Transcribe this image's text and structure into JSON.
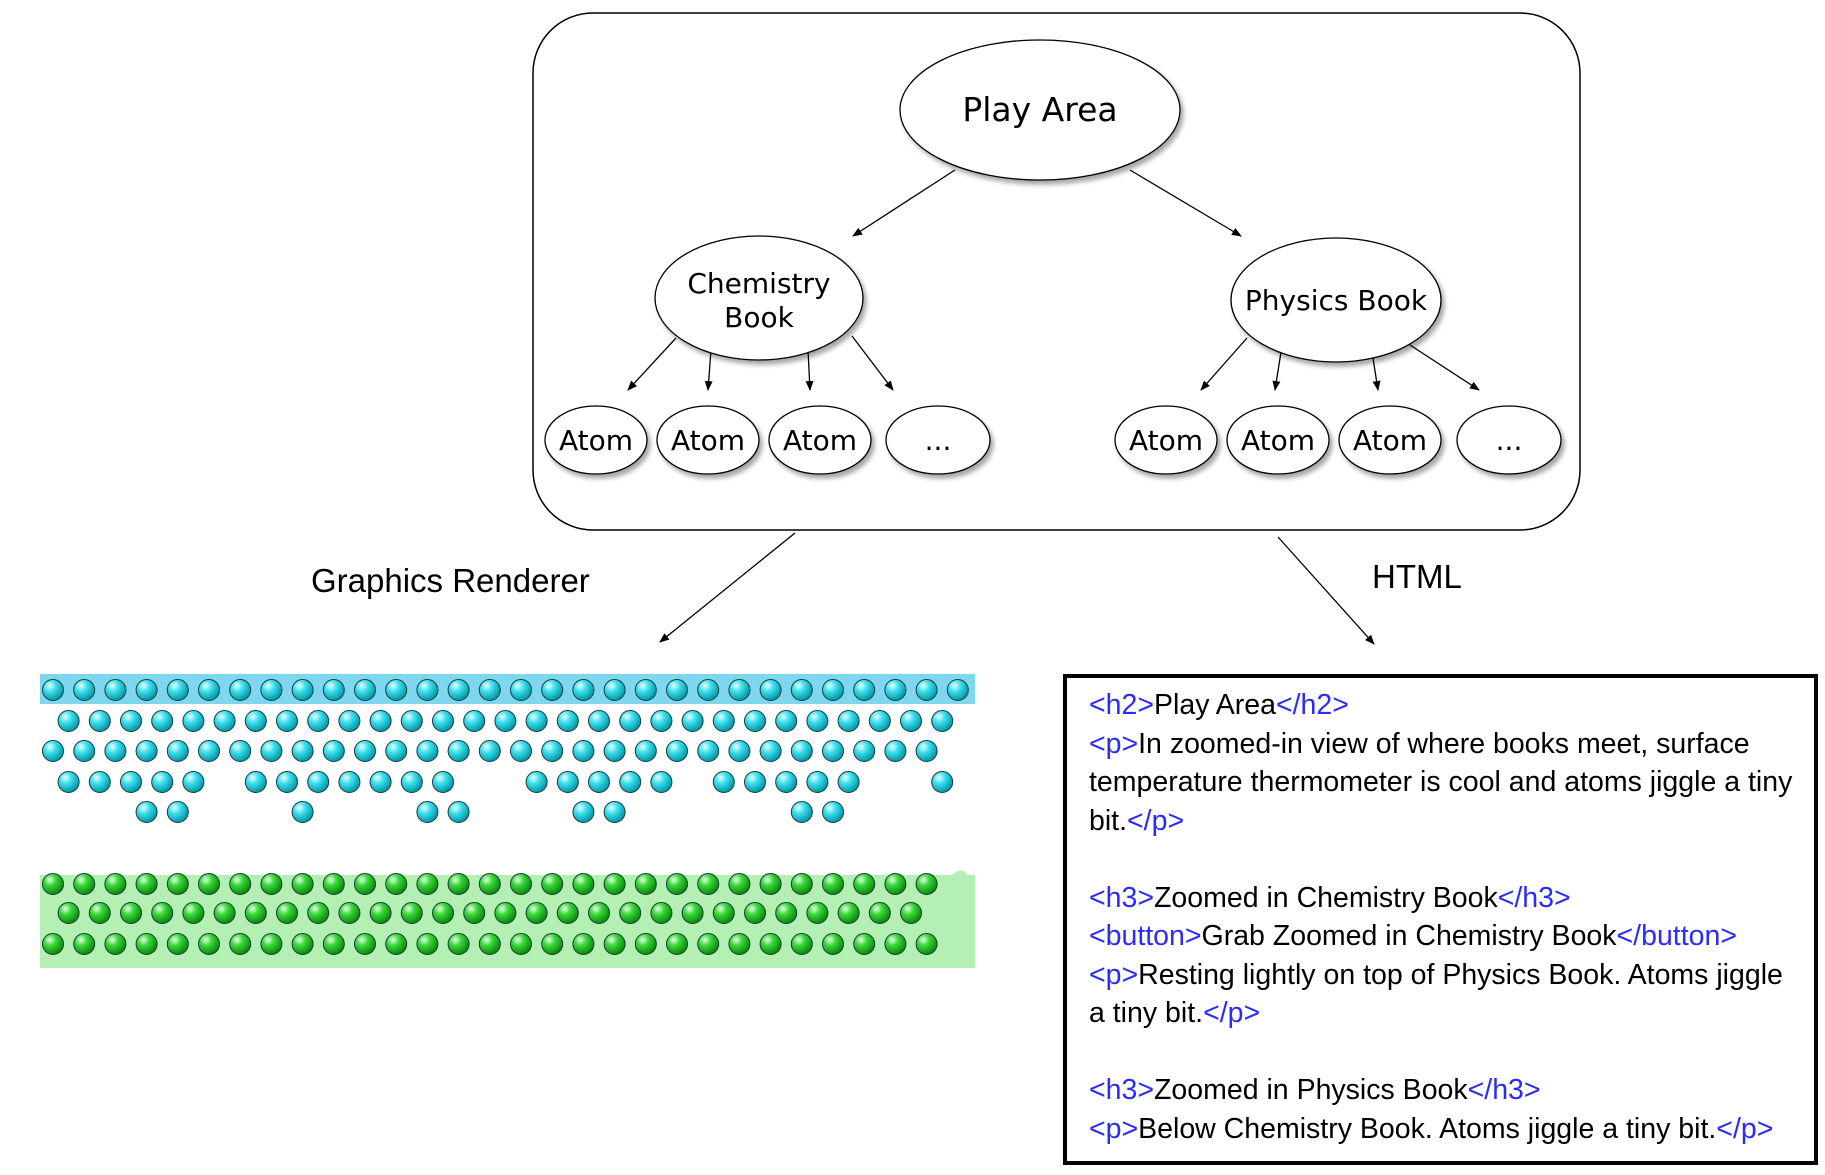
{
  "tree": {
    "root": "Play Area",
    "children": [
      {
        "label_lines": [
          "Chemistry",
          "Book"
        ],
        "children": [
          "Atom",
          "Atom",
          "Atom",
          "..."
        ]
      },
      {
        "label_lines": [
          "Physics Book"
        ],
        "children": [
          "Atom",
          "Atom",
          "Atom",
          "..."
        ]
      }
    ]
  },
  "edges": {
    "left_label": "Graphics Renderer",
    "right_label": "HTML"
  },
  "render": {
    "top_book_color": "#00ccdd",
    "bottom_book_color": "#22cc22",
    "top_book_bg": "#7fd6ef",
    "bottom_book_bg": "#b4f0b4",
    "top_rows": [
      30,
      29,
      29,
      23,
      8
    ],
    "bottom_rows": [
      29,
      28,
      29
    ]
  },
  "html_output": {
    "h2": "Play Area",
    "p1": "In zoomed-in view of where books meet, surface temperature thermometer is cool and atoms jiggle a tiny bit.",
    "h3_chem": "Zoomed in Chemistry Book",
    "button": "Grab Zoomed in Chemistry Book",
    "p2": "Resting lightly on top of Physics Book. Atoms jiggle a tiny bit.",
    "h3_phys": "Zoomed in Physics Book",
    "p3": "Below Chemistry Book. Atoms jiggle a tiny bit."
  },
  "tags": {
    "h2_open": "<h2>",
    "h2_close": "</h2>",
    "h3_open": "<h3>",
    "h3_close": "</h3>",
    "p_open": "<p>",
    "p_close": "</p>",
    "button_open": "<button>",
    "button_close": "</button>"
  }
}
